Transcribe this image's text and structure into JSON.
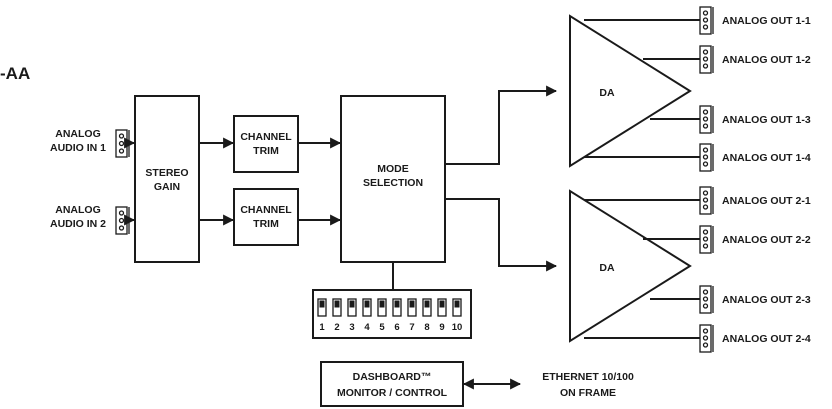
{
  "diagram": {
    "title_fragment": "-AA",
    "inputs": [
      {
        "line1": "ANALOG",
        "line2": "AUDIO IN 1"
      },
      {
        "line1": "ANALOG",
        "line2": "AUDIO IN 2"
      }
    ],
    "stereo_gain": {
      "line1": "STEREO",
      "line2": "GAIN"
    },
    "channel_trim": [
      {
        "line1": "CHANNEL",
        "line2": "TRIM"
      },
      {
        "line1": "CHANNEL",
        "line2": "TRIM"
      }
    ],
    "mode_selection": {
      "line1": "MODE",
      "line2": "SELECTION"
    },
    "dip_switch_numbers": [
      "1",
      "2",
      "3",
      "4",
      "5",
      "6",
      "7",
      "8",
      "9",
      "10"
    ],
    "amplifiers": [
      {
        "label": "DA"
      },
      {
        "label": "DA"
      }
    ],
    "outputs": [
      "ANALOG OUT 1-1",
      "ANALOG OUT 1-2",
      "ANALOG OUT 1-3",
      "ANALOG OUT 1-4",
      "ANALOG OUT 2-1",
      "ANALOG OUT 2-2",
      "ANALOG OUT 2-3",
      "ANALOG OUT 2-4"
    ],
    "dashboard": {
      "line1": "DASHBOARD™",
      "line2": "MONITOR / CONTROL"
    },
    "ethernet": {
      "line1": "ETHERNET 10/100",
      "line2": "ON FRAME"
    }
  }
}
